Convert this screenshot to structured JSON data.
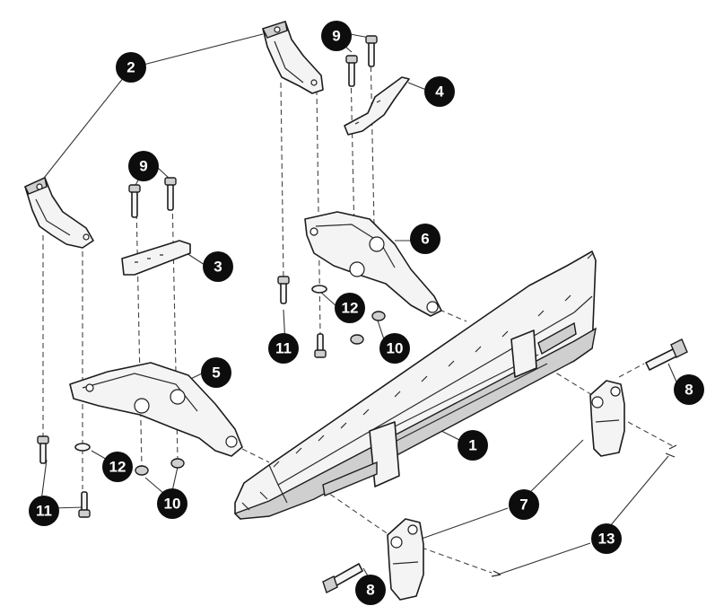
{
  "diagram": {
    "callouts": [
      {
        "id": "c-1",
        "label": "1"
      },
      {
        "id": "c-2",
        "label": "2"
      },
      {
        "id": "c-3",
        "label": "3"
      },
      {
        "id": "c-4",
        "label": "4"
      },
      {
        "id": "c-5",
        "label": "5"
      },
      {
        "id": "c-6",
        "label": "6"
      },
      {
        "id": "c-7",
        "label": "7"
      },
      {
        "id": "c-8a",
        "label": "8"
      },
      {
        "id": "c-8b",
        "label": "8"
      },
      {
        "id": "c-9a",
        "label": "9"
      },
      {
        "id": "c-9b",
        "label": "9"
      },
      {
        "id": "c-10a",
        "label": "10"
      },
      {
        "id": "c-10b",
        "label": "10"
      },
      {
        "id": "c-11a",
        "label": "11"
      },
      {
        "id": "c-11b",
        "label": "11"
      },
      {
        "id": "c-12a",
        "label": "12"
      },
      {
        "id": "c-12b",
        "label": "12"
      },
      {
        "id": "c-13",
        "label": "13"
      }
    ]
  }
}
